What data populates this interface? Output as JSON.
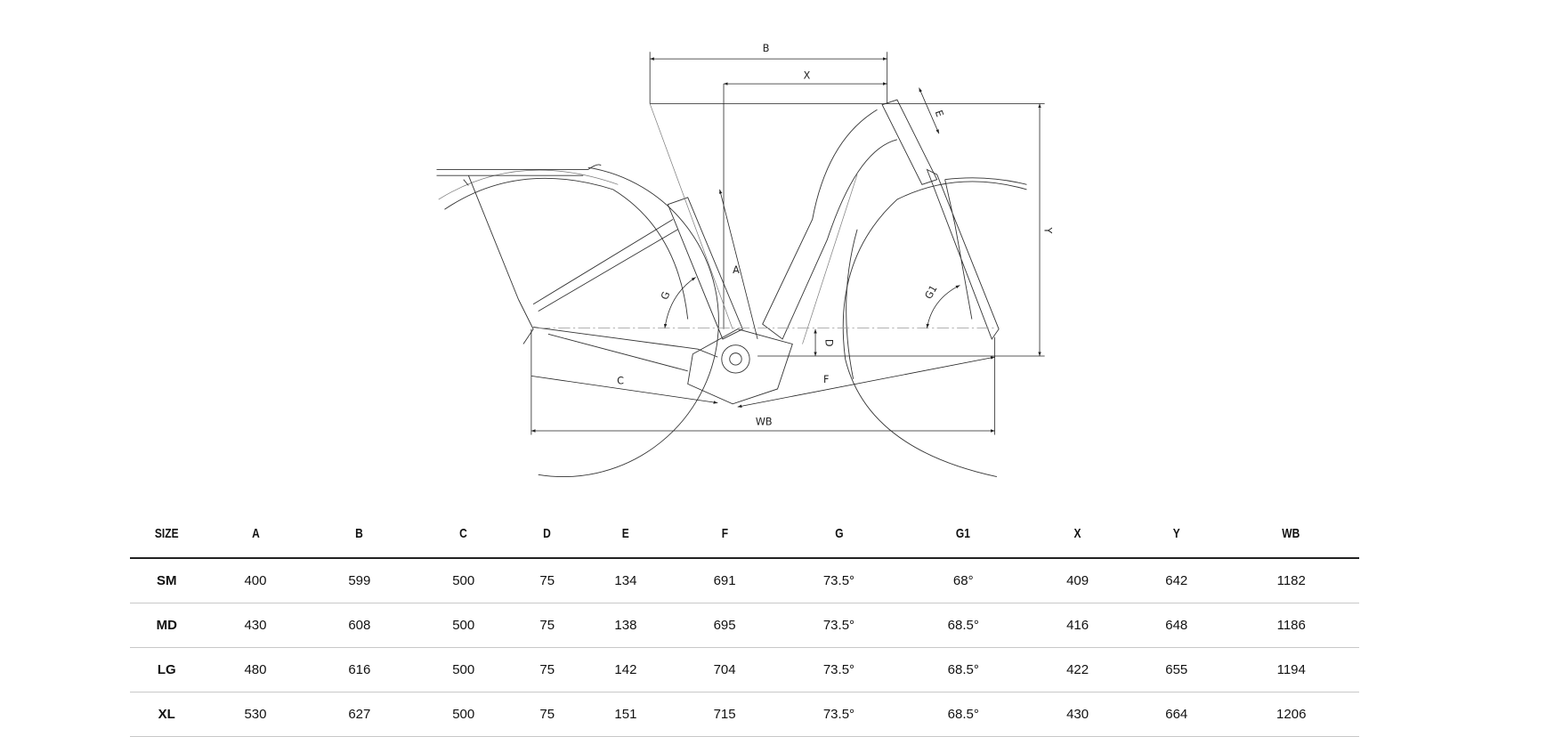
{
  "diagram": {
    "labels": {
      "B": "B",
      "X": "X",
      "E": "E",
      "Y": "Y",
      "A": "A",
      "G": "G",
      "G1": "G1",
      "D": "D",
      "C": "C",
      "F": "F",
      "WB": "WB"
    }
  },
  "table": {
    "headers": [
      "SIZE",
      "A",
      "B",
      "C",
      "D",
      "E",
      "F",
      "G",
      "G1",
      "X",
      "Y",
      "WB"
    ],
    "rows": [
      [
        "SM",
        "400",
        "599",
        "500",
        "75",
        "134",
        "691",
        "73.5°",
        "68°",
        "409",
        "642",
        "1182"
      ],
      [
        "MD",
        "430",
        "608",
        "500",
        "75",
        "138",
        "695",
        "73.5°",
        "68.5°",
        "416",
        "648",
        "1186"
      ],
      [
        "LG",
        "480",
        "616",
        "500",
        "75",
        "142",
        "704",
        "73.5°",
        "68.5°",
        "422",
        "655",
        "1194"
      ],
      [
        "XL",
        "530",
        "627",
        "500",
        "75",
        "151",
        "715",
        "73.5°",
        "68.5°",
        "430",
        "664",
        "1206"
      ]
    ]
  }
}
